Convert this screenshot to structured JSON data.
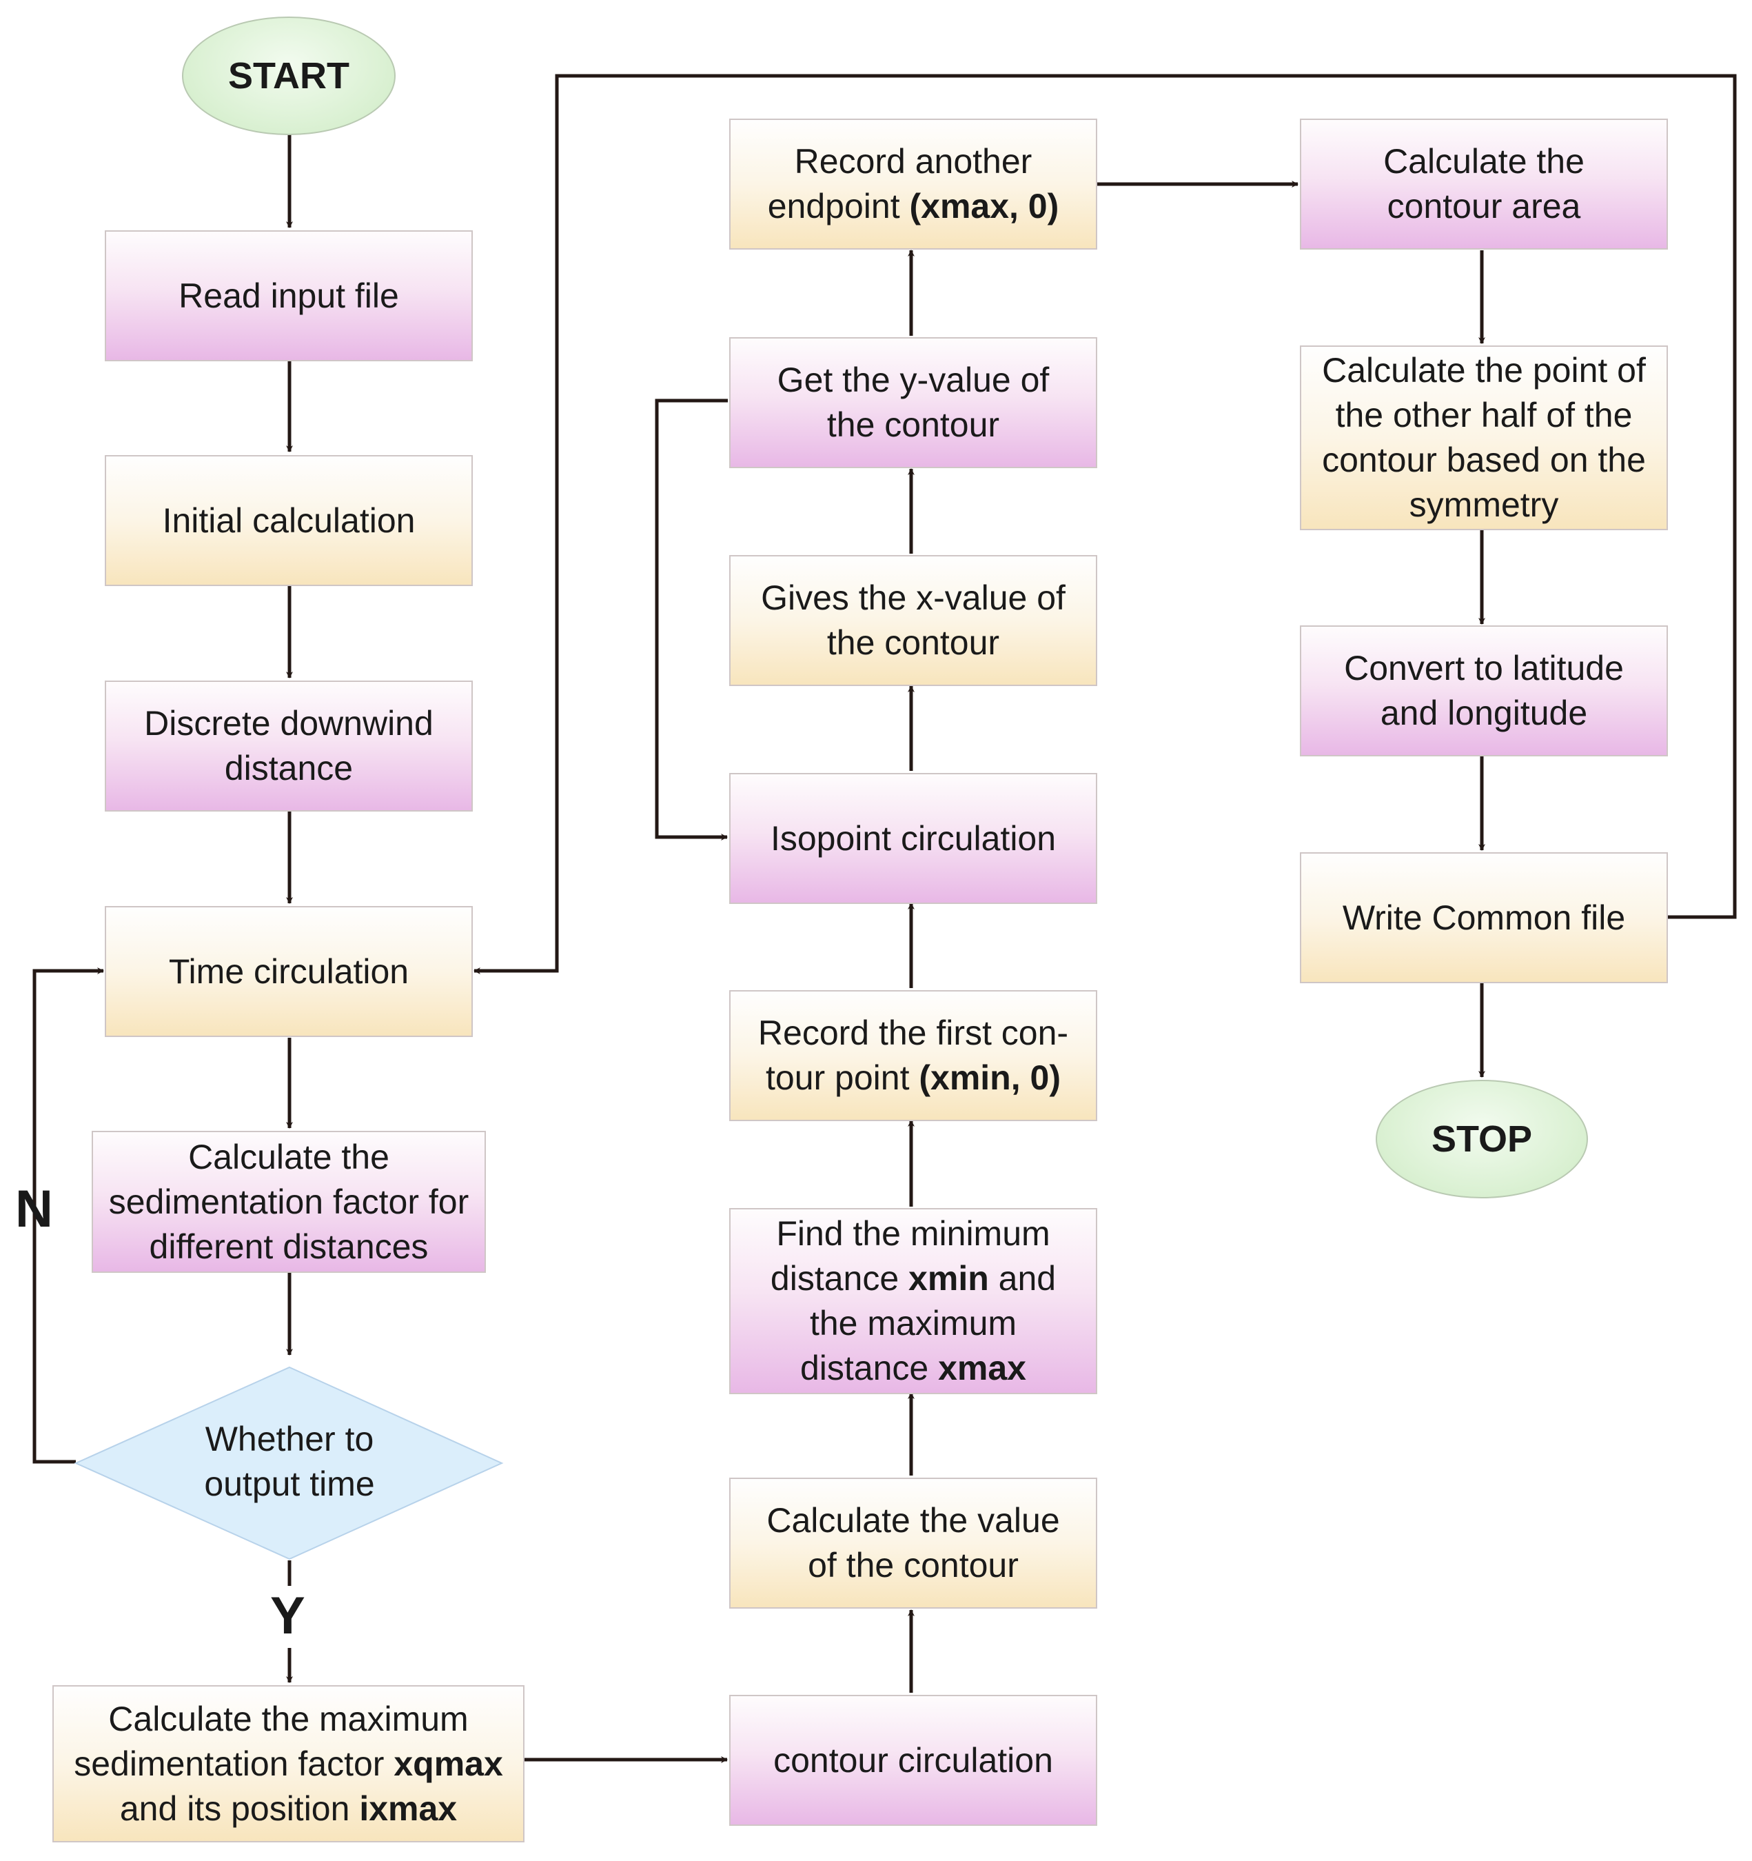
{
  "start": "START",
  "stop": "STOP",
  "decision": {
    "text": "Whether to output time",
    "yes": "Y",
    "no": "N"
  },
  "col1": [
    {
      "text": "Read input file"
    },
    {
      "text": "Initial calculation"
    },
    {
      "text": "Discrete downwind distance"
    },
    {
      "text": "Time circulation"
    },
    {
      "text": "Calculate the sedimentation factor for different distances"
    },
    {
      "line1": "Calculate the maximum",
      "line2a": "sedimentation factor ",
      "line2b": "xqmax",
      "line3a": "and its position ",
      "line3b": "ixmax"
    }
  ],
  "col2": [
    {
      "text": "contour circulation"
    },
    {
      "text": "Calculate the value of the contour"
    },
    {
      "line1": "Find the minimum",
      "line2a": "distance ",
      "line2b": "xmin",
      "line2c": " and",
      "line3": "the maximum",
      "line4a": "distance ",
      "line4b": "xmax"
    },
    {
      "line1": "Record the first con-",
      "line2a": "tour point ",
      "line2b": "(xmin, 0)"
    },
    {
      "text": "Isopoint circulation"
    },
    {
      "text": "Gives the x-value of the contour"
    },
    {
      "text": "Get the y-value of the contour"
    },
    {
      "line1": "Record another",
      "line2a": "endpoint ",
      "line2b": "(xmax, 0)"
    }
  ],
  "col3": [
    {
      "text": "Calculate the contour area"
    },
    {
      "text": "Calculate the point of the other half of the contour based on the symmetry"
    },
    {
      "text": "Convert to latitude and longitude"
    },
    {
      "text": "Write Common file"
    }
  ]
}
